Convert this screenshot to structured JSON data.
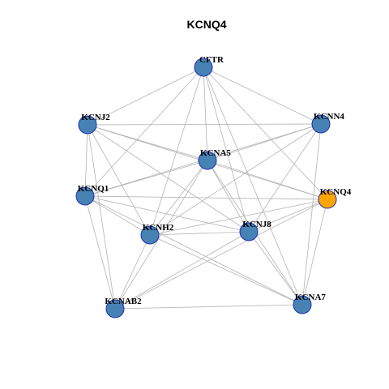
{
  "title": "KCNQ4",
  "colors": {
    "node_default": "#4682b4",
    "node_highlight": "#ffa500",
    "node_border": "#1f2fb0",
    "edge": "#b3b3b3"
  },
  "graph": {
    "nodes": [
      {
        "id": "CFTR",
        "label": "CFTR",
        "highlight": false
      },
      {
        "id": "KCNJ2",
        "label": "KCNJ2",
        "highlight": false
      },
      {
        "id": "KCNN4",
        "label": "KCNN4",
        "highlight": false
      },
      {
        "id": "KCNA5",
        "label": "KCNA5",
        "highlight": false
      },
      {
        "id": "KCNQ1",
        "label": "KCNQ1",
        "highlight": false
      },
      {
        "id": "KCNQ4",
        "label": "KCNQ4",
        "highlight": true
      },
      {
        "id": "KCNH2",
        "label": "KCNH2",
        "highlight": false
      },
      {
        "id": "KCNJ8",
        "label": "KCNJ8",
        "highlight": false
      },
      {
        "id": "KCNAB2",
        "label": "KCNAB2",
        "highlight": false
      },
      {
        "id": "KCNA7",
        "label": "KCNA7",
        "highlight": false
      }
    ],
    "edges": [
      [
        "CFTR",
        "KCNJ2"
      ],
      [
        "CFTR",
        "KCNN4"
      ],
      [
        "CFTR",
        "KCNA5"
      ],
      [
        "CFTR",
        "KCNQ1"
      ],
      [
        "CFTR",
        "KCNQ4"
      ],
      [
        "CFTR",
        "KCNH2"
      ],
      [
        "CFTR",
        "KCNJ8"
      ],
      [
        "CFTR",
        "KCNA7"
      ],
      [
        "KCNJ2",
        "KCNN4"
      ],
      [
        "KCNJ2",
        "KCNA5"
      ],
      [
        "KCNJ2",
        "KCNQ1"
      ],
      [
        "KCNJ2",
        "KCNQ4"
      ],
      [
        "KCNJ2",
        "KCNH2"
      ],
      [
        "KCNJ2",
        "KCNJ8"
      ],
      [
        "KCNJ2",
        "KCNAB2"
      ],
      [
        "KCNN4",
        "KCNA5"
      ],
      [
        "KCNN4",
        "KCNQ1"
      ],
      [
        "KCNN4",
        "KCNH2"
      ],
      [
        "KCNN4",
        "KCNJ8"
      ],
      [
        "KCNN4",
        "KCNA7"
      ],
      [
        "KCNA5",
        "KCNQ1"
      ],
      [
        "KCNA5",
        "KCNQ4"
      ],
      [
        "KCNA5",
        "KCNH2"
      ],
      [
        "KCNA5",
        "KCNJ8"
      ],
      [
        "KCNA5",
        "KCNAB2"
      ],
      [
        "KCNA5",
        "KCNA7"
      ],
      [
        "KCNQ1",
        "KCNQ4"
      ],
      [
        "KCNQ1",
        "KCNH2"
      ],
      [
        "KCNQ1",
        "KCNJ8"
      ],
      [
        "KCNQ1",
        "KCNAB2"
      ],
      [
        "KCNQ1",
        "KCNA7"
      ],
      [
        "KCNQ4",
        "KCNH2"
      ],
      [
        "KCNQ4",
        "KCNJ8"
      ],
      [
        "KCNQ4",
        "KCNAB2"
      ],
      [
        "KCNQ4",
        "KCNA7"
      ],
      [
        "KCNH2",
        "KCNJ8"
      ],
      [
        "KCNH2",
        "KCNAB2"
      ],
      [
        "KCNH2",
        "KCNA7"
      ],
      [
        "KCNJ8",
        "KCNAB2"
      ],
      [
        "KCNJ8",
        "KCNA7"
      ],
      [
        "KCNAB2",
        "KCNA7"
      ]
    ]
  }
}
